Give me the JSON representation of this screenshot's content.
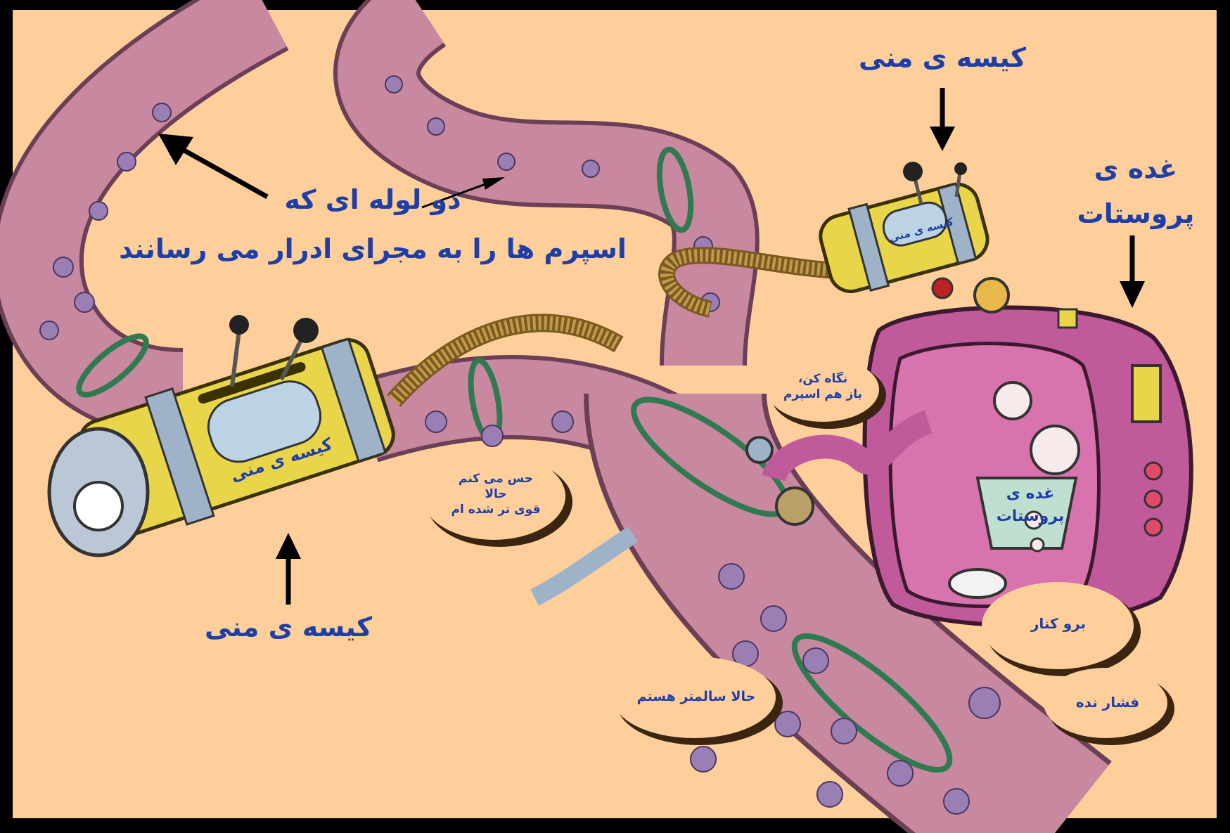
{
  "labels": {
    "seminal_top": "کیسه ی منی",
    "prostate_line1": "غده ی",
    "prostate_line2": "پروستات",
    "tubes_line1": "دو لوله ای که",
    "tubes_line2": "اسپرم ها را به مجرای ادرار می رسانند",
    "seminal_bottom": "کیسه ی منی"
  },
  "tank_tags": {
    "left": "کیسه ی منی",
    "right": "کیسه ی منی",
    "prostate_panel_line1": "غده ی",
    "prostate_panel_line2": "پروستات"
  },
  "bubbles": {
    "look": [
      "نگاه کن،",
      "باز هم اسپرم"
    ],
    "stronger": [
      "حس می کنم",
      "حالا",
      "قوی تر شده ام"
    ],
    "healthier": "حالا سالمتر هستم",
    "move": "برو کنار",
    "push": "فشار نده"
  },
  "colors": {
    "background": "#ffcf9b",
    "frame": "#000000",
    "label_text": "#1f3fa6",
    "tube": "#c8889f",
    "tank_yellow": "#e9d54a",
    "prostate": "#c05a9a",
    "bubble": "#ffcf9b"
  }
}
